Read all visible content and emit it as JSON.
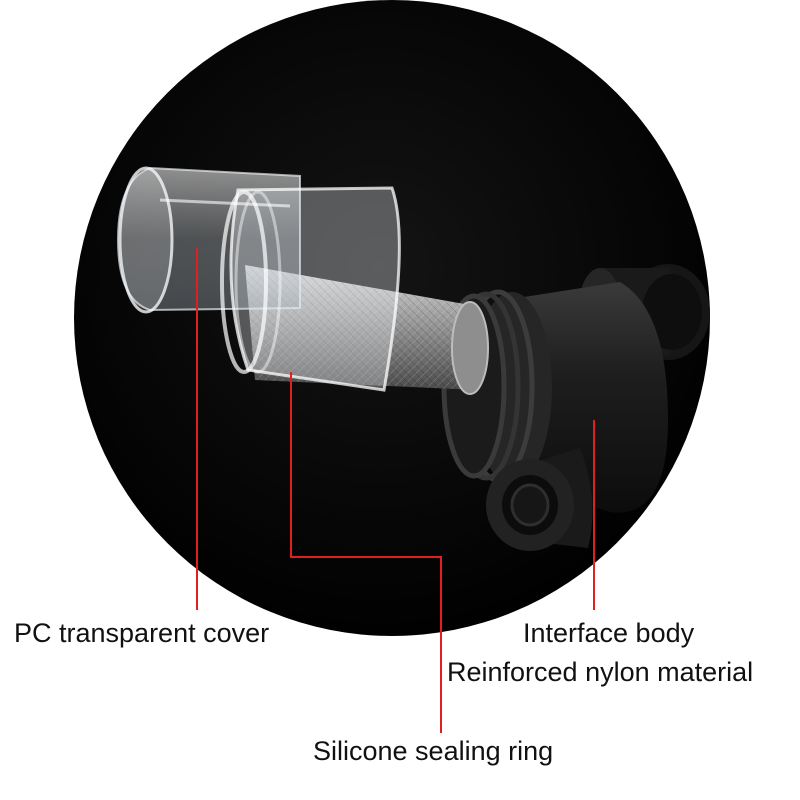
{
  "labels": {
    "cover": "PC transparent cover",
    "body_line1": "Interface body",
    "body_line2": "Reinforced nylon material",
    "ring": "Silicone sealing ring"
  },
  "colors": {
    "backdrop": "#000000",
    "leader_line": "#e02020",
    "label_text": "#111111",
    "nylon_body": "#1c1c1c"
  }
}
